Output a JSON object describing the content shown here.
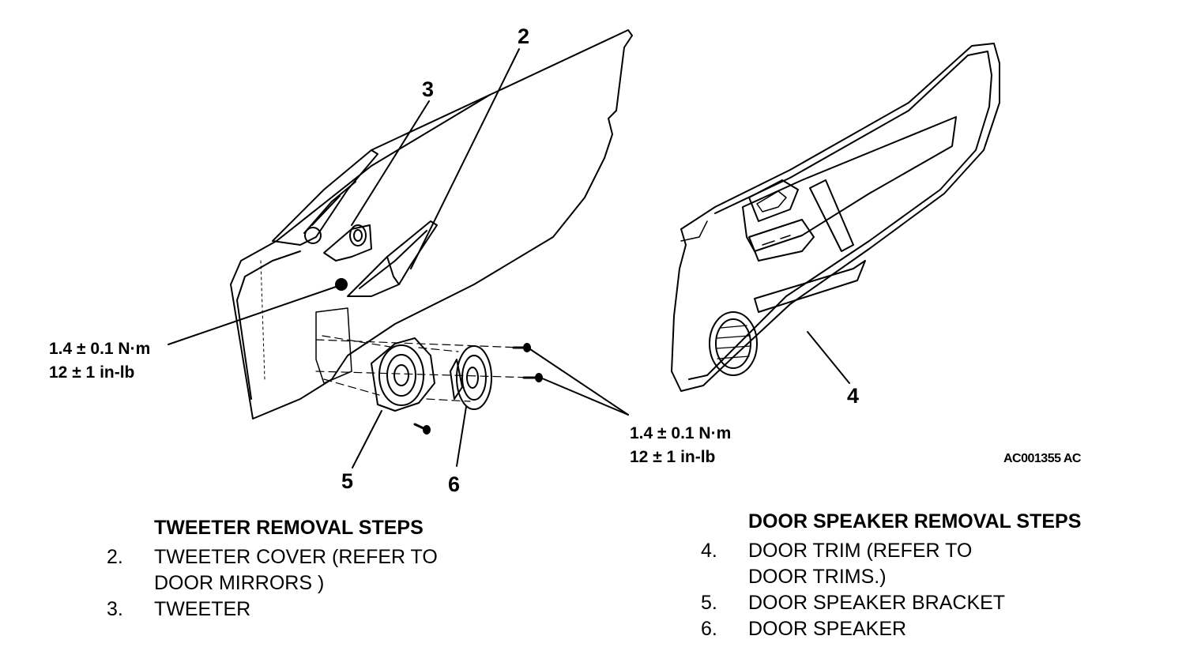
{
  "callouts": {
    "c2": "2",
    "c3": "3",
    "c4": "4",
    "c5": "5",
    "c6": "6"
  },
  "torque_left": {
    "metric": "1.4 ± 0.1 N·m",
    "imperial": "12 ± 1 in-lb"
  },
  "torque_right": {
    "metric": "1.4 ± 0.1 N·m",
    "imperial": "12 ± 1 in-lb"
  },
  "figure_code": "AC001355 AC",
  "tweeter_steps": {
    "title": "TWEETER REMOVAL STEPS",
    "items": [
      {
        "num": "2.",
        "line1": "TWEETER COVER (REFER TO",
        "line2": "DOOR MIRRORS )"
      },
      {
        "num": "3.",
        "line1": "TWEETER"
      }
    ]
  },
  "speaker_steps": {
    "title": "DOOR SPEAKER REMOVAL STEPS",
    "items": [
      {
        "num": "4.",
        "line1": "DOOR TRIM (REFER TO",
        "line2": "DOOR TRIMS.)"
      },
      {
        "num": "5.",
        "line1": "DOOR SPEAKER BRACKET"
      },
      {
        "num": "6.",
        "line1": "DOOR SPEAKER"
      }
    ]
  }
}
